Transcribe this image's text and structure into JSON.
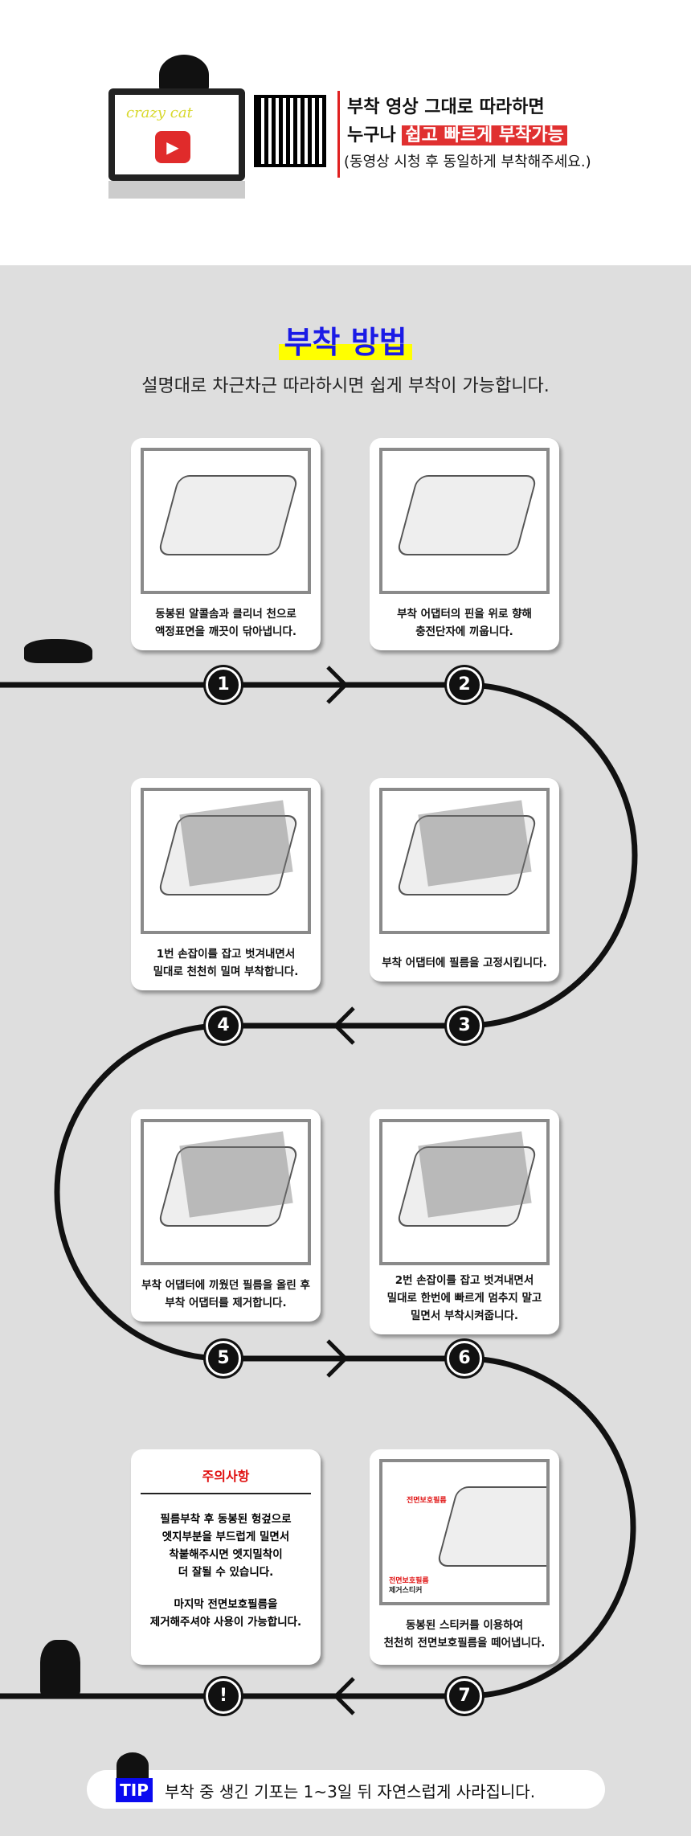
{
  "header": {
    "brand": "crazy cat",
    "line1": "부착 영상 그대로 따라하면",
    "line2_prefix": "누구나",
    "line2_highlight": "쉽고 빠르게 부착가능",
    "line3": "(동영상 시청 후 동일하게 부착해주세요.)"
  },
  "title": "부착 방법",
  "subtitle": "설명대로 차근차근 따라하시면 쉽게 부착이 가능합니다.",
  "steps": [
    {
      "num": "1",
      "text": "동봉된 알콜솜과 클리너 천으로\n액정표면을 깨끗이 닦아냅니다."
    },
    {
      "num": "2",
      "text": "부착 어댑터의 핀을 위로 향해\n충전단자에 끼웁니다."
    },
    {
      "num": "3",
      "text": "부착 어댑터에 필름을 고정시킵니다."
    },
    {
      "num": "4",
      "text": "1번 손잡이를 잡고 벗겨내면서\n밀대로 천천히 밀며 부착합니다."
    },
    {
      "num": "5",
      "text": "부착 어댑터에 끼웠던 필름을 올린 후\n부착 어댑터를 제거합니다."
    },
    {
      "num": "6",
      "text": "2번 손잡이를 잡고 벗겨내면서\n밀대로 한번에 빠르게 멈추지 말고\n밀면서 부착시켜줍니다."
    },
    {
      "num": "7",
      "text": "동봉된 스티커를 이용하여\n천천히 전면보호필름을 떼어냅니다.",
      "label1": "전면보호필름",
      "label2": "전면보호필름",
      "label3": "제거스티커"
    }
  ],
  "caution": {
    "num": "!",
    "title": "주의사항",
    "text1": "필름부착 후 동봉된 헝겊으로\n엣지부분을 부드럽게 밀면서\n착붙해주시면 엣지밀착이\n더 잘될 수 있습니다.",
    "text2": "마지막 전면보호필름을\n제거해주셔야 사용이 가능합니다."
  },
  "tip": {
    "badge": "TIP",
    "text": "부착 중 생긴 기포는 1~3일 뒤 자연스럽게 사라집니다."
  },
  "colors": {
    "title": "#1a1ae6",
    "highlight": "#ffff00",
    "red": "#e03030",
    "tip": "#0a0af0"
  }
}
